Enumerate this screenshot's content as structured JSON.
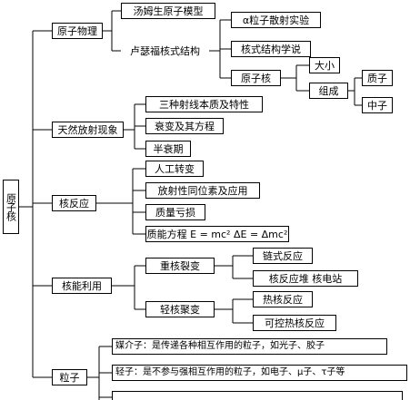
{
  "root": {
    "label": "原子核"
  },
  "atom_physics": {
    "label": "原子物理",
    "thomson": "汤姆生原子模型",
    "rutherford": "卢瑟福核式结构",
    "alpha_experiment": "α粒子散射实验",
    "nuclear_theory": "核式结构学说",
    "nucleus": "原子核",
    "size": "大小",
    "composition": "组成",
    "proton": "质子",
    "neutron": "中子"
  },
  "radioactivity": {
    "label": "天然放射现象",
    "rays": "三种射线本质及特性",
    "decay": "衰变及其方程",
    "half_life": "半衰期"
  },
  "reaction": {
    "label": "核反应",
    "artificial": "人工转变",
    "isotopes": "放射性同位素及应用",
    "mass_defect": "质量亏损",
    "mass_energy": "质能方程 E = mc²    ΔE = Δmc²"
  },
  "nuclear_energy": {
    "label": "核能利用",
    "fission": "重核裂变",
    "chain": "链式反应",
    "reactor": "核反应堆  核电站",
    "fusion": "轻核聚变",
    "thermonuclear": "热核反应",
    "controlled": "可控热核反应"
  },
  "particles": {
    "label": "粒子",
    "mediator": "媒介子：是传递各种相互作用的粒子，如光子、胶子",
    "lepton": "轻子：是不参与强相互作用的粒子，如电子、μ子、τ子等"
  }
}
